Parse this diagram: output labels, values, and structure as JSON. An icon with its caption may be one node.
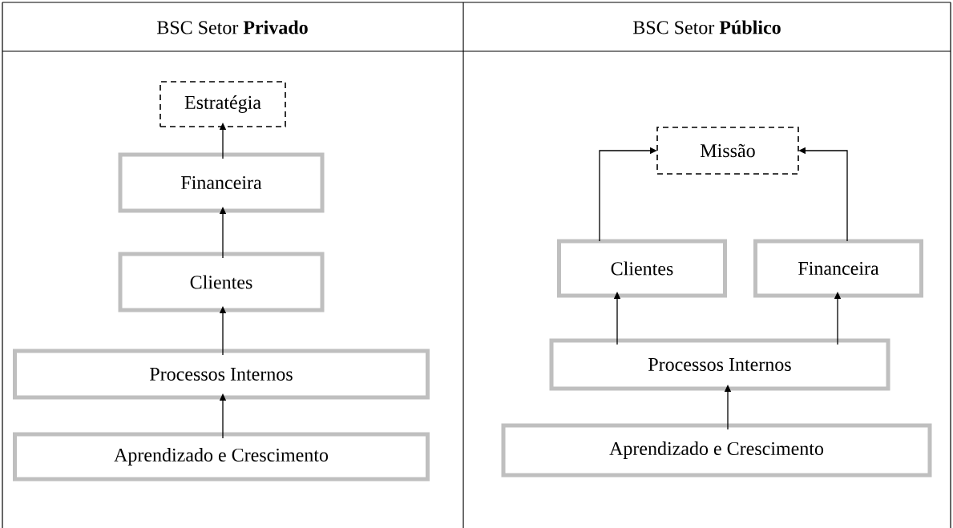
{
  "diagram": {
    "nodes": [
      {
        "text": [
          "Estratégia"
        ]
      },
      {
        "text": [
          "Financeira"
        ]
      },
      {
        "text": [
          "Clientes"
        ]
      },
      {
        "text": [
          "Processos Internos"
        ]
      },
      {
        "text": [
          "Aprendizado e Crescimento"
        ]
      },
      {
        "text": [
          "Missão"
        ]
      },
      {
        "text": [
          "Clientes"
        ]
      },
      {
        "text": [
          "Financeira"
        ]
      },
      {
        "text": [
          "Processos Internos"
        ]
      },
      {
        "text": [
          "Aprendizado e Crescimento"
        ]
      }
    ],
    "edges": [
      {
        "from": 1,
        "to": 0,
        "arrow": "to"
      },
      {
        "from": 2,
        "to": 1,
        "arrow": "to"
      },
      {
        "from": 3,
        "to": 2,
        "arrow": "to"
      },
      {
        "from": 4,
        "to": 3,
        "arrow": "to"
      },
      {
        "from": 6,
        "to": 5,
        "arrow": "to"
      },
      {
        "from": 7,
        "to": 5,
        "arrow": "to"
      },
      {
        "from": 8,
        "to": 6,
        "arrow": "to"
      },
      {
        "from": 8,
        "to": 7,
        "arrow": "to"
      },
      {
        "from": 9,
        "to": 8,
        "arrow": "to"
      }
    ],
    "labels": [
      "BSC Setor **Privado**",
      "BSC Setor **Público**"
    ]
  }
}
